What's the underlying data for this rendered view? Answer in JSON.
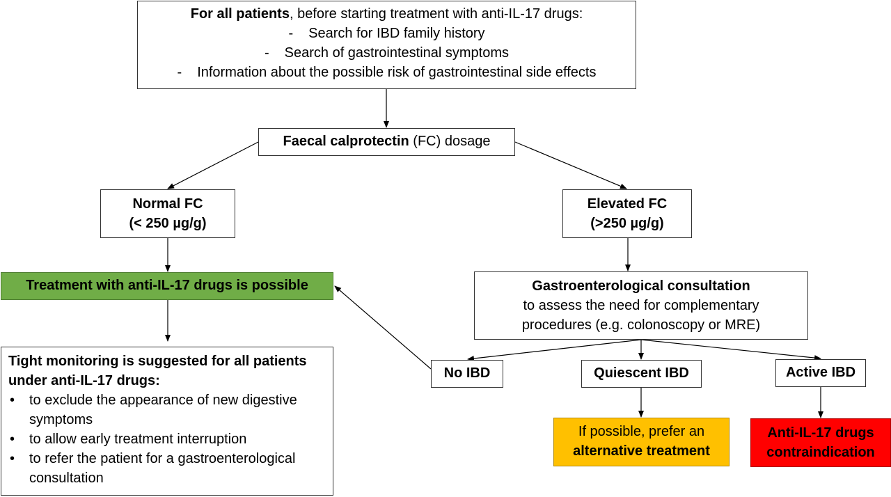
{
  "top_box": {
    "title_bold": "For all patients",
    "title_rest": ", before starting treatment with anti-IL-17 drugs:",
    "dash": "-",
    "items": [
      "Search for IBD family history",
      "Search of gastrointestinal symptoms",
      "Information about the possible risk of gastrointestinal side effects"
    ]
  },
  "fc_box": {
    "bold": "Faecal calprotectin",
    "rest": " (FC) dosage"
  },
  "normal_box": {
    "line1": "Normal FC",
    "line2": "(< 250 µg/g)"
  },
  "elevated_box": {
    "line1": "Elevated FC",
    "line2": "(>250 µg/g)"
  },
  "treatment_box": {
    "label": "Treatment with anti-IL-17 drugs is possible",
    "color": "#70ad47"
  },
  "gastro_box": {
    "title": "Gastroenterological consultation",
    "line2": "to assess the need for complementary",
    "line3": "procedures (e.g. colonoscopy or MRE)"
  },
  "monitor_box": {
    "title_line1": "Tight monitoring is suggested for all patients",
    "title_line2": "under anti-IL-17 drugs:",
    "bullets": [
      "to exclude the appearance of new digestive symptoms",
      "to allow early treatment interruption",
      "to refer the patient for a gastroenterological consultation"
    ]
  },
  "no_ibd_box": {
    "label": "No IBD"
  },
  "quiescent_box": {
    "label": "Quiescent IBD"
  },
  "active_box": {
    "label": "Active IBD"
  },
  "alternative_box": {
    "line1": "If possible, prefer an",
    "line2": "alternative treatment",
    "color": "#ffc000"
  },
  "contraindication_box": {
    "line1": "Anti-IL-17 drugs",
    "line2": "contraindication",
    "color": "#ff0000"
  }
}
